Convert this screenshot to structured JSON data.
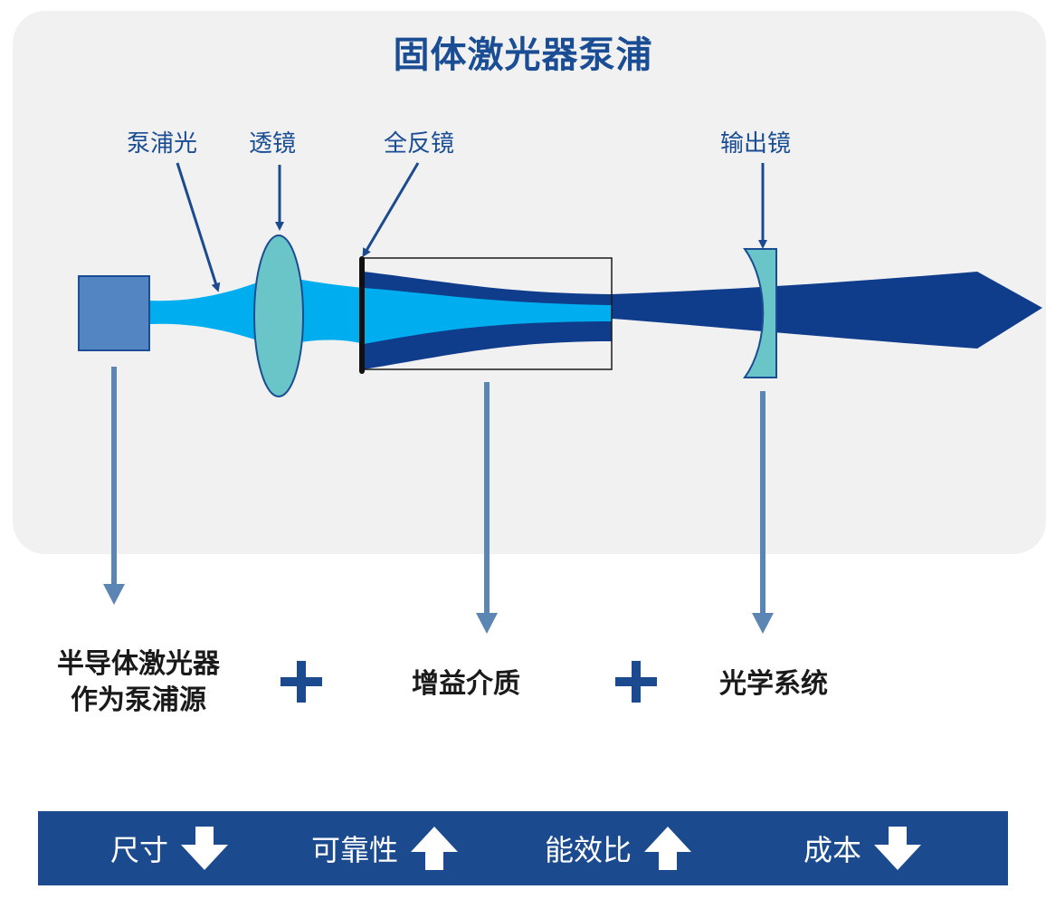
{
  "title": "固体激光器泵浦",
  "labels": {
    "pump_light": "泵浦光",
    "lens": "透镜",
    "full_mirror": "全反镜",
    "output_mirror": "输出镜"
  },
  "components": {
    "semiconductor_laser": "半导体激光器\n作为泵浦源",
    "gain_medium": "增益介质",
    "optical_system": "光学系统"
  },
  "bottom_bar": {
    "items": [
      {
        "label": "尺寸",
        "direction": "down"
      },
      {
        "label": "可靠性",
        "direction": "up"
      },
      {
        "label": "能效比",
        "direction": "up"
      },
      {
        "label": "成本",
        "direction": "down"
      }
    ]
  },
  "colors": {
    "title": "#1a4d93",
    "dark_beam": "#0f3d8c",
    "light_beam": "#00aeef",
    "lens": "#6ac5c9",
    "pump_box": "#5285c2",
    "arrow": "#5b86b3",
    "bar": "#1b4a8f"
  }
}
